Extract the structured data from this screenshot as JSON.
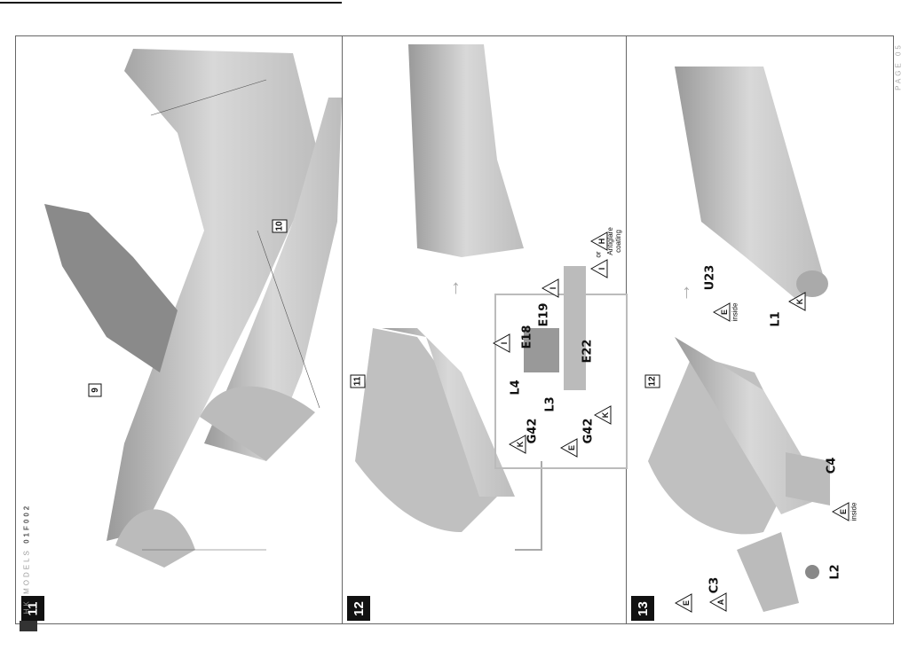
{
  "footer": {
    "brand": "HK MODELS",
    "code": "01F002",
    "page": "PAGE 05"
  },
  "steps": [
    {
      "number": "11",
      "refs": [
        "9",
        "10"
      ]
    },
    {
      "number": "12",
      "refs": [
        "11"
      ],
      "parts": [
        "E18",
        "E19",
        "E22",
        "L4",
        "L3",
        "G42",
        "G42"
      ],
      "callouts": [
        "I",
        "I",
        "I",
        "H",
        "K",
        "E",
        "K"
      ],
      "or_text": "or",
      "note": "Antiglare coating"
    },
    {
      "number": "13",
      "refs": [
        "12"
      ],
      "parts": [
        "C3",
        "C4",
        "L2",
        "U23",
        "L1"
      ],
      "callouts": [
        "E",
        "A",
        "E",
        "E",
        "K"
      ],
      "inside_text": "inside"
    }
  ],
  "colors": {
    "airframe": "#c9c9c9",
    "frame": "#666666",
    "step_bg": "#111111"
  }
}
